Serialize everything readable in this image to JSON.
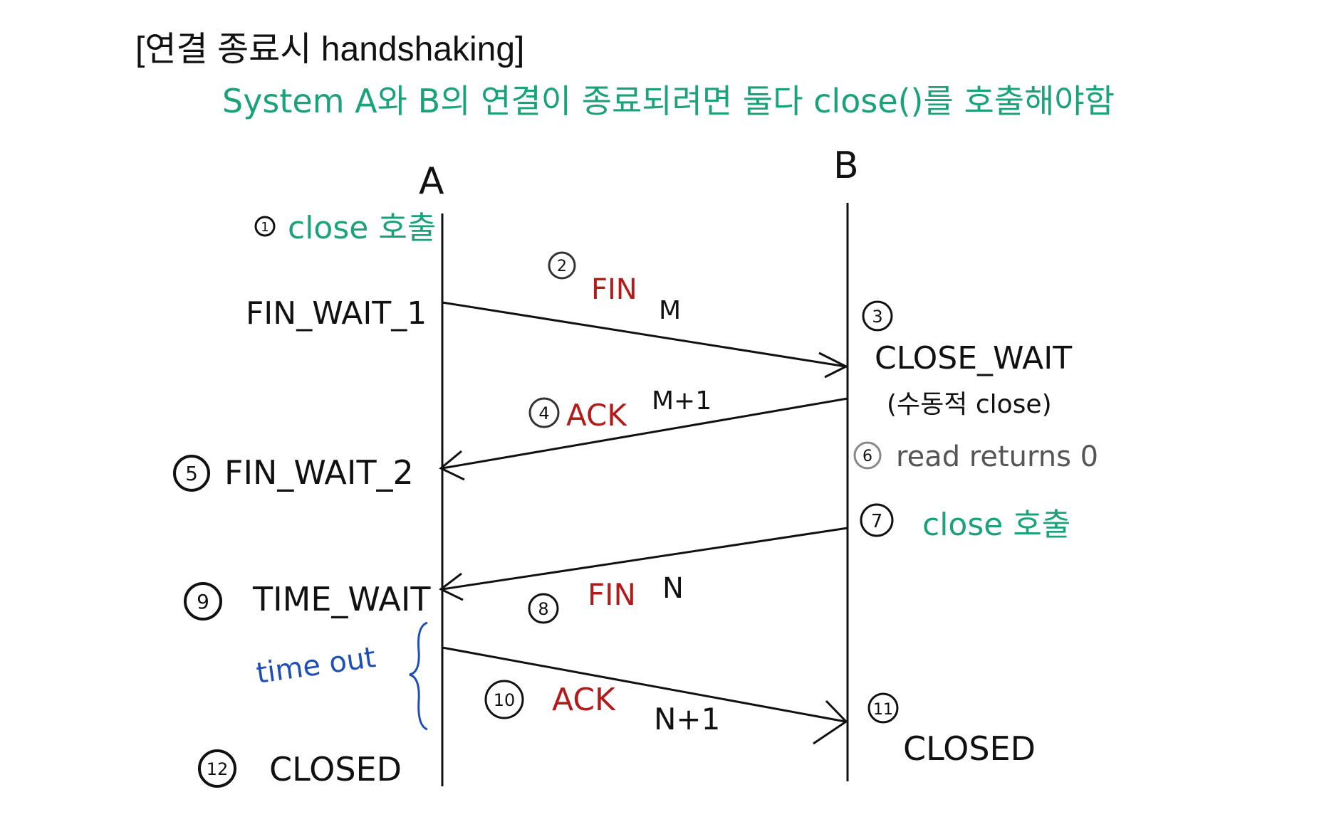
{
  "title": "[연결 종료시 handshaking]",
  "subtitle": "System A와 B의 연결이 종료되려면 둘다 close()를 호출해야함",
  "nodes": {
    "a": "A",
    "b": "B"
  },
  "steps": [
    {
      "num": "1",
      "text": "close 호출",
      "color": "#1aa37a"
    },
    {
      "num": "2",
      "text": "FIN",
      "extra": "M",
      "color": "#b31b1b"
    },
    {
      "num": "3",
      "text": "CLOSE_WAIT",
      "note": "(수동적 close)"
    },
    {
      "num": "4",
      "text": "ACK",
      "extra": "M+1",
      "color": "#b31b1b"
    },
    {
      "num": "5",
      "text": "FIN_WAIT_2"
    },
    {
      "num": "6",
      "text": "read returns 0",
      "color": "#555555"
    },
    {
      "num": "7",
      "text": "close 호출",
      "color": "#1aa37a"
    },
    {
      "num": "8",
      "text": "FIN",
      "extra": "N",
      "color": "#b31b1b"
    },
    {
      "num": "9",
      "text": "TIME_WAIT"
    },
    {
      "num": "10",
      "text": "ACK",
      "extra": "N+1",
      "color": "#b31b1b"
    },
    {
      "num": "11",
      "text": "CLOSED"
    },
    {
      "num": "12",
      "text": "CLOSED"
    }
  ],
  "fin_wait_1": "FIN_WAIT_1",
  "timeout": "time out",
  "colors": {
    "green": "#1aa37a",
    "red": "#b31b1b",
    "blue": "#1e4fb5",
    "gray": "#555555",
    "ink": "#111111"
  }
}
